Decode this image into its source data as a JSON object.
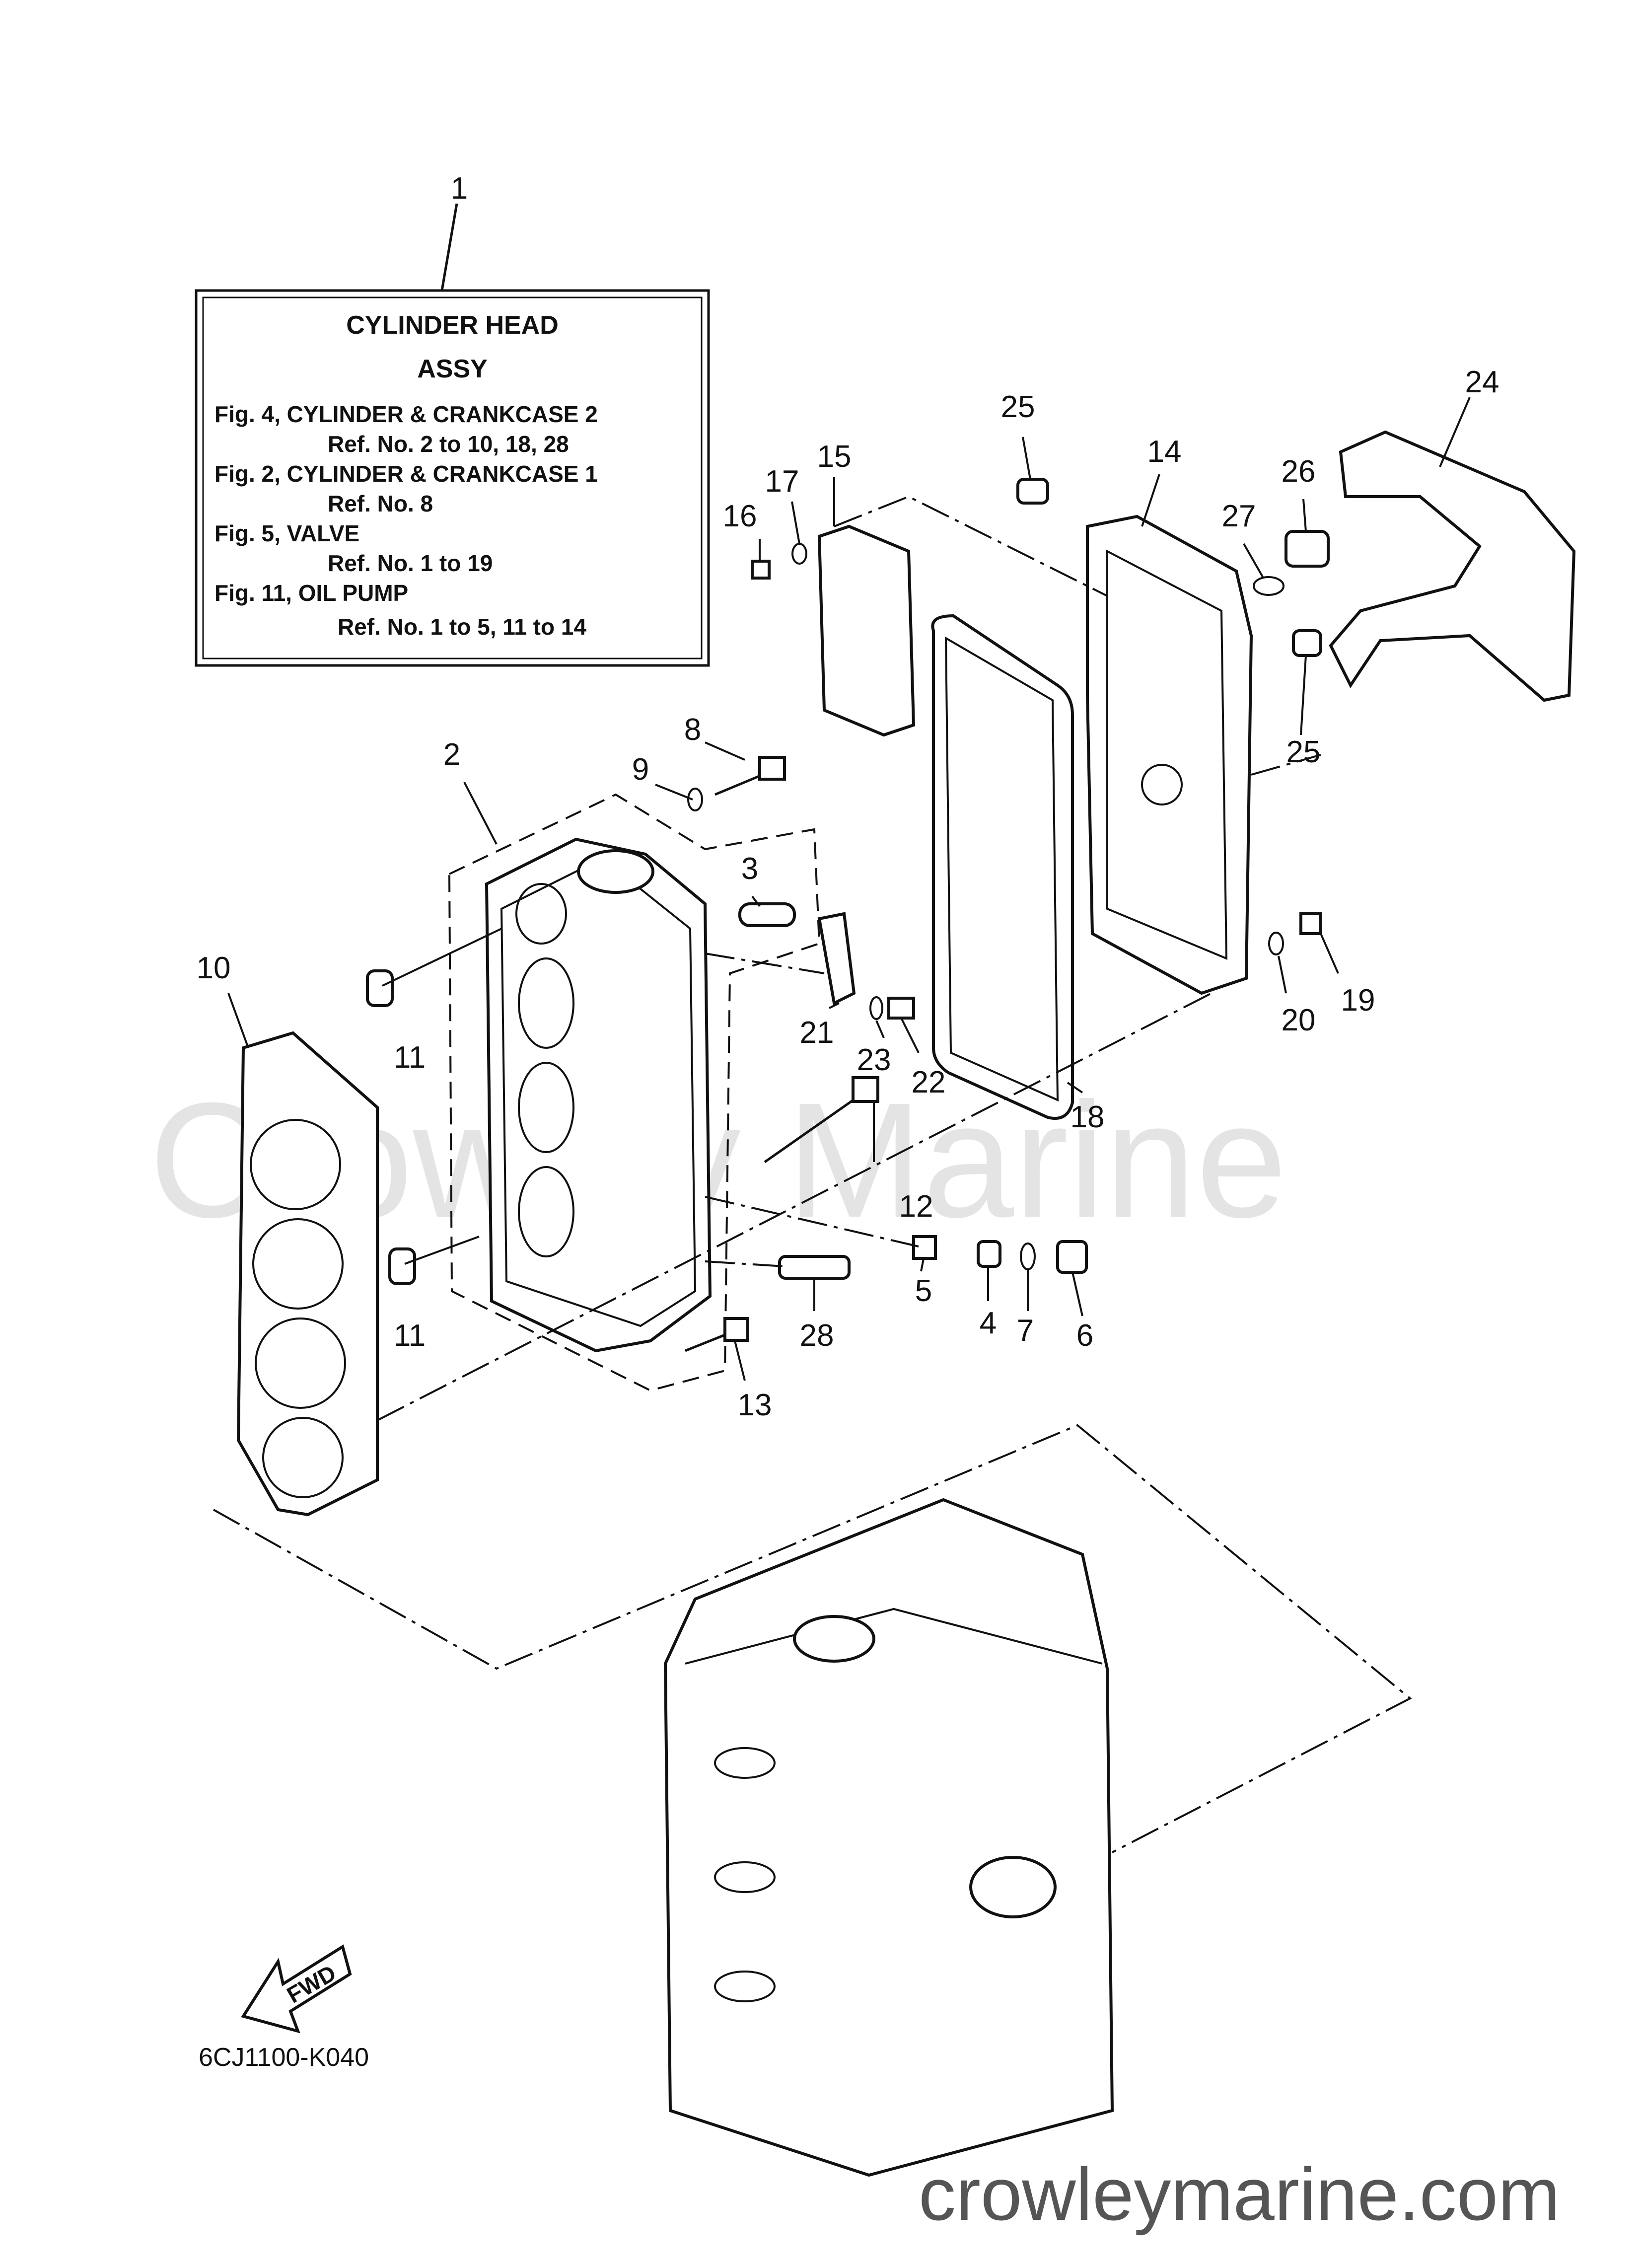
{
  "watermark": "Crowley Marine",
  "site_footer": "crowleymarine.com",
  "diagram_code": "6CJ1100-K040",
  "fwd_label": "FWD",
  "assy_box": {
    "title": "CYLINDER HEAD",
    "subtitle": "ASSY",
    "lines": [
      "Fig. 4, CYLINDER & CRANKCASE 2",
      "Ref. No. 2 to 10, 18, 28",
      "Fig. 2, CYLINDER & CRANKCASE 1",
      "Ref. No. 8",
      "Fig. 5, VALVE",
      "Ref. No. 1 to 19",
      "Fig. 11, OIL PUMP",
      "Ref. No. 1 to 5, 11 to 14"
    ]
  },
  "callouts": [
    "1",
    "2",
    "3",
    "4",
    "5",
    "6",
    "7",
    "8",
    "9",
    "10",
    "11",
    "11",
    "12",
    "13",
    "14",
    "15",
    "16",
    "17",
    "18",
    "19",
    "20",
    "21",
    "22",
    "23",
    "24",
    "25",
    "25",
    "26",
    "27",
    "28"
  ]
}
